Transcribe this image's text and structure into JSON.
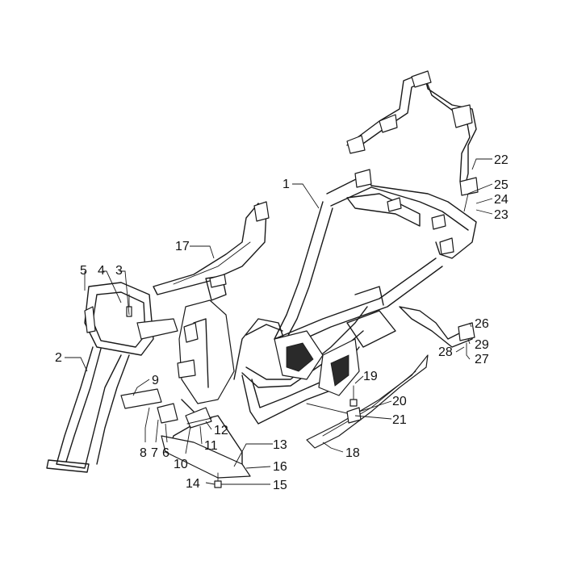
{
  "callouts": {
    "c1": "1",
    "c2": "2",
    "c3": "3",
    "c4": "4",
    "c5": "5",
    "c6": "6",
    "c7": "7",
    "c8": "8",
    "c9": "9",
    "c10": "10",
    "c11": "11",
    "c12": "12",
    "c13": "13",
    "c14": "14",
    "c15": "15",
    "c16": "16",
    "c17": "17",
    "c18": "18",
    "c19": "19",
    "c20": "20",
    "c21": "21",
    "c22": "22",
    "c23": "23",
    "c24": "24",
    "c25": "25",
    "c26": "26",
    "c27": "27",
    "c28": "28",
    "c29": "29"
  },
  "colors": {
    "line": "#1a1a1a",
    "background": "#ffffff"
  }
}
